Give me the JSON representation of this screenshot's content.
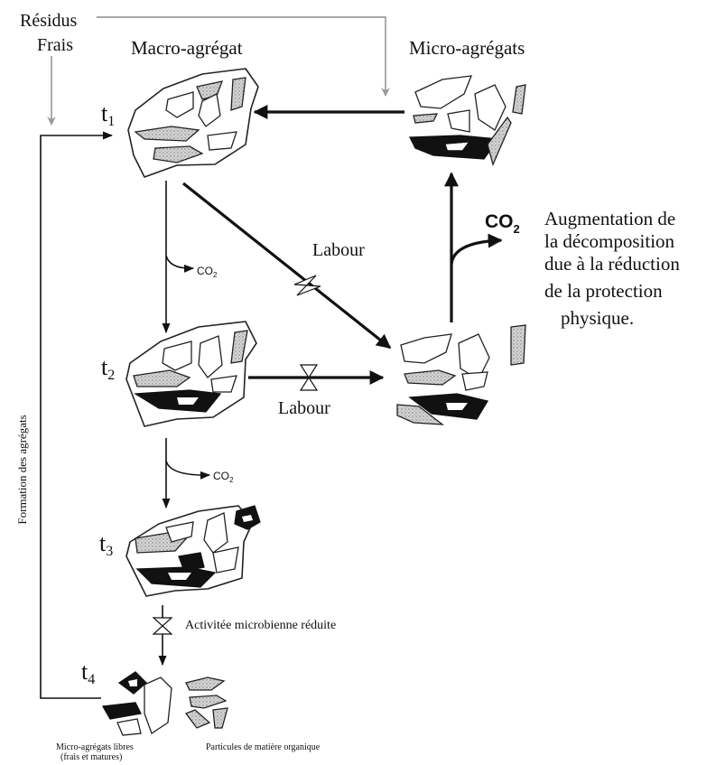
{
  "labels": {
    "fresh_residues_line1": "Résidus",
    "fresh_residues_line2": "Frais",
    "macro_aggregate": "Macro-agrégat",
    "micro_aggregates": "Micro-agrégats",
    "t1": "t",
    "t1_sub": "1",
    "t2": "t",
    "t2_sub": "2",
    "t3": "t",
    "t3_sub": "3",
    "t4": "t",
    "t4_sub": "4",
    "co2": "CO",
    "co2_sub": "2",
    "tillage": "Labour",
    "decomposition_line1": "Augmentation de",
    "decomposition_line2": "la décomposition",
    "decomposition_line3": "due à la réduction",
    "decomposition_line4": "de la protection",
    "decomposition_line5": "physique.",
    "reduced_microbial_activity": "Activitée microbienne réduite",
    "aggregate_formation": "Formation des agrégats",
    "free_micro_line1": "Micro-agrégats libres",
    "free_micro_line2": "(frais et matures)",
    "organic_particles": "Particules de matière organique"
  }
}
